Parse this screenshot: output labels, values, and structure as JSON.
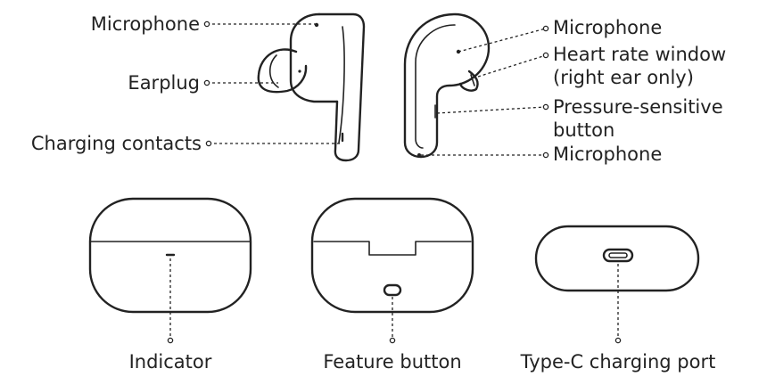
{
  "earbud_left": {
    "microphone": "Microphone",
    "earplug": "Earplug",
    "charging_contacts": "Charging contacts"
  },
  "earbud_right": {
    "microphone_top": "Microphone",
    "heart_rate_line1": "Heart rate window",
    "heart_rate_line2": "(right ear only)",
    "pressure_line1": "Pressure-sensitive",
    "pressure_line2": "button",
    "microphone_bottom": "Microphone"
  },
  "case_views": {
    "indicator": "Indicator",
    "feature_button": "Feature button",
    "type_c_port": "Type-C charging port"
  }
}
